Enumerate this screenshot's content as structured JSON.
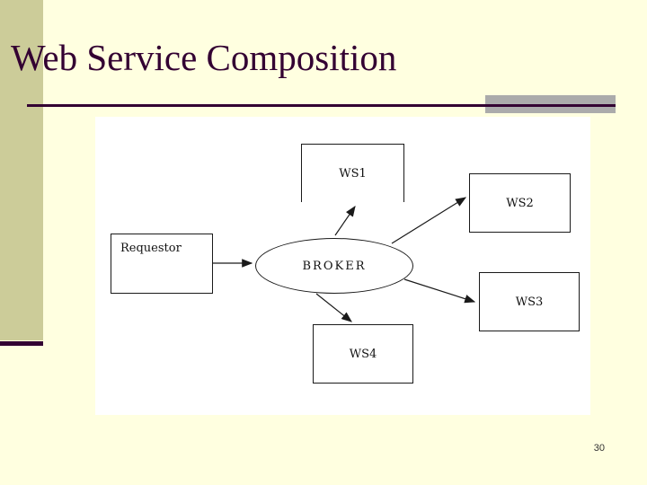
{
  "slide": {
    "title": "Web Service Composition",
    "page_number": "30"
  },
  "colors": {
    "background": "#FFFFE0",
    "sidebar_olive": "#CCCC99",
    "accent_dark_purple": "#330132",
    "underline_gray_bar": "#ABABAB",
    "panel_white": "#FFFFFF",
    "diagram_line": "#1A1A1A"
  },
  "diagram": {
    "nodes": [
      {
        "id": "requestor",
        "label": "Requestor",
        "shape": "rectangle"
      },
      {
        "id": "broker",
        "label": "BROKER",
        "shape": "ellipse"
      },
      {
        "id": "ws1",
        "label": "WS1",
        "shape": "rectangle-open-bottom"
      },
      {
        "id": "ws2",
        "label": "WS2",
        "shape": "rectangle"
      },
      {
        "id": "ws3",
        "label": "WS3",
        "shape": "rectangle"
      },
      {
        "id": "ws4",
        "label": "WS4",
        "shape": "rectangle"
      }
    ],
    "edges": [
      {
        "from": "Requestor",
        "to": "BROKER"
      },
      {
        "from": "BROKER",
        "to": "WS1"
      },
      {
        "from": "BROKER",
        "to": "WS2"
      },
      {
        "from": "BROKER",
        "to": "WS3"
      },
      {
        "from": "BROKER",
        "to": "WS4"
      }
    ]
  }
}
